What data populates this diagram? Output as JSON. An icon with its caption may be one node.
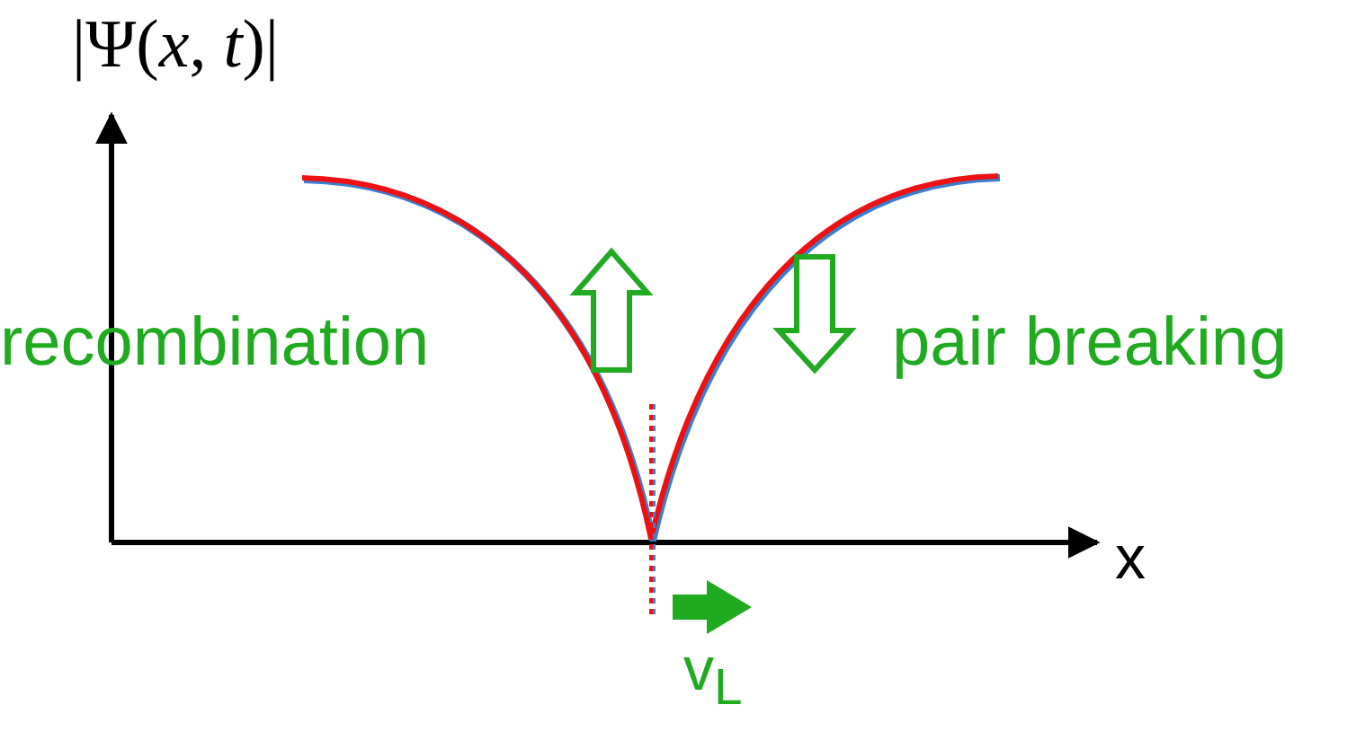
{
  "diagram": {
    "labels": [
      "|Ψ(*x*, *t*)|",
      "x",
      "recombination",
      "pair breaking",
      "v$_{L}$"
    ]
  }
}
